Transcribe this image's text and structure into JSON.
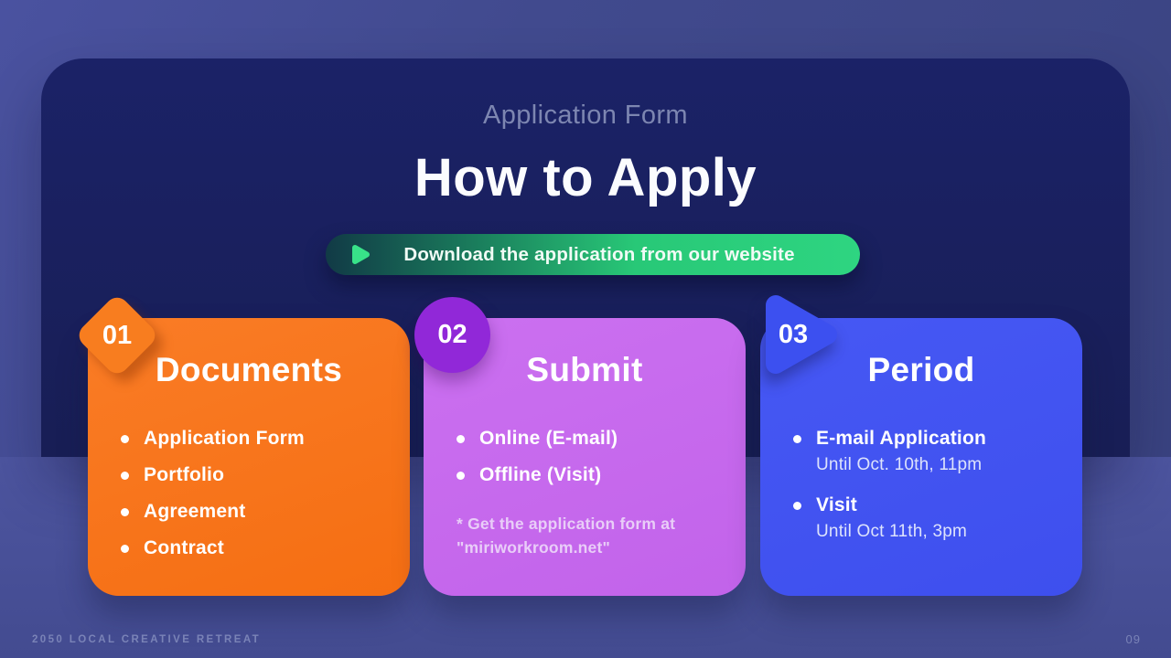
{
  "slide": {
    "eyebrow": "Application Form",
    "title": "How to Apply",
    "banner": {
      "label": "Download the application from our website",
      "icon": "play-icon"
    },
    "cards": [
      {
        "number": "01",
        "badge_shape": "diamond",
        "title": "Documents",
        "items": [
          {
            "label": "Application Form"
          },
          {
            "label": "Portfolio"
          },
          {
            "label": "Agreement"
          },
          {
            "label": "Contract"
          }
        ]
      },
      {
        "number": "02",
        "badge_shape": "circle",
        "title": "Submit",
        "items": [
          {
            "label": "Online (E-mail)"
          },
          {
            "label": "Offline (Visit)"
          }
        ],
        "note": {
          "line1": "* Get the application form at",
          "line2": "\"miriworkroom.net\""
        }
      },
      {
        "number": "03",
        "badge_shape": "triangle",
        "title": "Period",
        "items": [
          {
            "label": "E-mail Application",
            "sublabel": "Until Oct. 10th, 11pm"
          },
          {
            "label": "Visit",
            "sublabel": "Until Oct 11th, 3pm"
          }
        ]
      }
    ],
    "footer": {
      "left": "2050 LOCAL CREATIVE RETREAT",
      "page": "09"
    },
    "colors": {
      "background": "#414a8e",
      "floor": "#4a5298",
      "panel_navy": "#1a2162",
      "card_orange": "#f8751f",
      "card_violet": "#c766ee",
      "card_blue": "#4355f2",
      "badge_purple": "#9128d8",
      "badge_blue": "#3c50f0",
      "banner_green": "#2ed581",
      "banner_green_dark": "#113a46",
      "eyebrow_text": "#7d86b1",
      "note_text": "#e9cdf8",
      "footer_text": "#7a83b7"
    }
  }
}
